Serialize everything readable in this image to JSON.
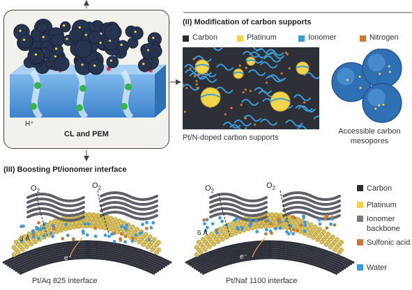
{
  "panel_cl": {
    "label": "CL and PEM",
    "proton": "H⁺"
  },
  "section2": {
    "title": "(II) Modification of carbon supports",
    "legend": [
      {
        "label": "Carbon",
        "color": "#2b2b2b"
      },
      {
        "label": "Platinum",
        "color": "#f2d34c"
      },
      {
        "label": "Ionomer",
        "color": "#3f9ad8"
      },
      {
        "label": "Nitrogen",
        "color": "#c87a36"
      }
    ],
    "caption_left": "Pt/N-doped carbon supports",
    "caption_right_line1": "Accessible carbon",
    "caption_right_line2": "mesopores"
  },
  "section3": {
    "title": "(III) Boosting Pt/ionomer interface",
    "o2": "O",
    "o2_sub": "2",
    "electron": "e⁻",
    "left_distance": "3 Å",
    "right_distance": "6 Å",
    "caption_left": "Pt/Aq 825 interface",
    "caption_right": "Pt/Naf 1100 interface",
    "legend": [
      {
        "label": "Carbon",
        "color": "#2b2b2b"
      },
      {
        "label": "Platinum",
        "color": "#f2d34c"
      },
      {
        "label": "Ionomer backbone",
        "color": "#7a7a7a"
      },
      {
        "label": "Sulfonic acid",
        "color": "#c87a36"
      },
      {
        "label": "Water",
        "color": "#3f9ad8"
      }
    ]
  }
}
